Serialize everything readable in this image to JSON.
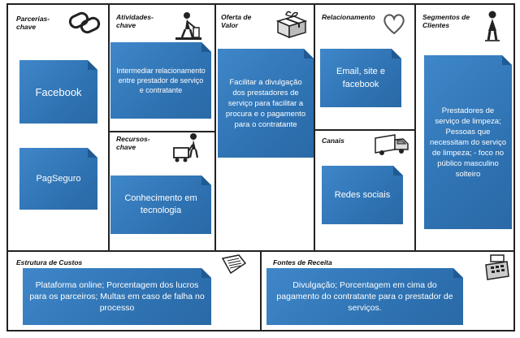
{
  "sections": {
    "parcerias": "Parcerias-\nchave",
    "atividades": "Atividades-\nchave",
    "recursos": "Recursos-\nchave",
    "oferta": "Oferta de\nValor",
    "relacionamento": "Relacionamento",
    "canais": "Canais",
    "segmentos": "Segmentos de\nClientes",
    "custos": "Estrutura de Custos",
    "receita": "Fontes de Receita"
  },
  "notes": {
    "facebook": "Facebook",
    "pagseguro": "PagSeguro",
    "atividades": "Intermediar relacionamento entre prestador de serviço e contratante",
    "recursos": "Conhecimento em tecnologia",
    "oferta": "Facilitar a divulgação dos prestadores de serviço para facilitar a procura e o pagamento para o contratante",
    "relacionamento": "Email, site e facebook",
    "canais": "Redes sociais",
    "segmentos": "Prestadores de serviço de limpeza; Pessoas que necessitam do serviço de limpeza; - foco no público masculino solteiro",
    "custos": "Plataforma online; Porcentagem dos lucros para os parceiros; Multas em caso de falha no processo",
    "receita": "Divulgação; Porcentagem em cima do pagamento do contratante para o prestador de serviços."
  },
  "icons": {
    "parcerias": "chain-links-icon",
    "atividades": "person-working-icon",
    "recursos": "worker-with-cart-icon",
    "oferta": "gift-box-icon",
    "relacionamento": "heart-icon",
    "canais": "truck-icon",
    "segmentos": "person-icon",
    "custos": "price-tag-icon",
    "receita": "cash-register-icon"
  },
  "colors": {
    "note": "#3479bc",
    "border": "#222222"
  }
}
